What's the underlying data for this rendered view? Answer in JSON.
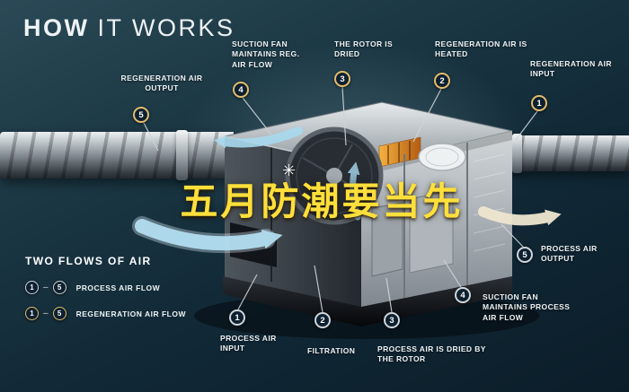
{
  "title": {
    "bold": "HOW",
    "rest": "IT WORKS"
  },
  "overlay_text": "五月防潮要当先",
  "icons": {
    "fan": "✳"
  },
  "top_callouts": [
    {
      "num": "5",
      "label": "REGENERATION AIR OUTPUT"
    },
    {
      "num": "4",
      "label": "SUCTION FAN MAINTAINS REG. AIR FLOW"
    },
    {
      "num": "3",
      "label": "THE ROTOR IS DRIED"
    },
    {
      "num": "2",
      "label": "REGENERATION AIR IS HEATED"
    },
    {
      "num": "1",
      "label": "REGENERATION AIR INPUT"
    }
  ],
  "bottom_callouts": [
    {
      "num": "1",
      "label": "PROCESS AIR INPUT"
    },
    {
      "num": "2",
      "label": "FILTRATION"
    },
    {
      "num": "3",
      "label": "PROCESS AIR IS DRIED BY THE ROTOR"
    },
    {
      "num": "4",
      "label": "SUCTION FAN MAINTAINS PROCESS AIR FLOW"
    },
    {
      "num": "5",
      "label": "PROCESS AIR OUTPUT"
    }
  ],
  "legend": {
    "title": "TWO FLOWS OF AIR",
    "rows": [
      {
        "from": "1",
        "dash": "–",
        "to": "5",
        "label": "PROCESS AIR FLOW"
      },
      {
        "from": "1",
        "dash": "–",
        "to": "5",
        "label": "REGENERATION AIR FLOW"
      }
    ]
  },
  "colors": {
    "background_dark": "#0b1d29",
    "background_light": "#2b4956",
    "gold_ring": "#e2bc6b",
    "silver_ring": "#cfd5da",
    "flow_blue": "#b5e0f4",
    "flow_cream": "#efe6cf",
    "overlay_yellow": "#ffdf3a",
    "label_white": "#eef3f5"
  }
}
